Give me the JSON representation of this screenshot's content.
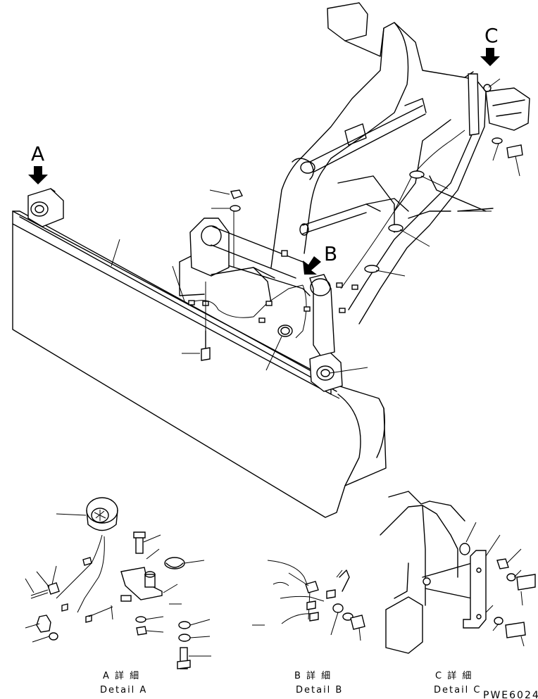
{
  "callouts": {
    "a": "A",
    "b": "B",
    "c": "C"
  },
  "details": [
    {
      "jp": "A 詳 細",
      "en": "Detail A"
    },
    {
      "jp": "B 詳 細",
      "en": "Detail B"
    },
    {
      "jp": "C 詳 細",
      "en": "Detail C"
    }
  ],
  "drawing_code": "PWE6024"
}
